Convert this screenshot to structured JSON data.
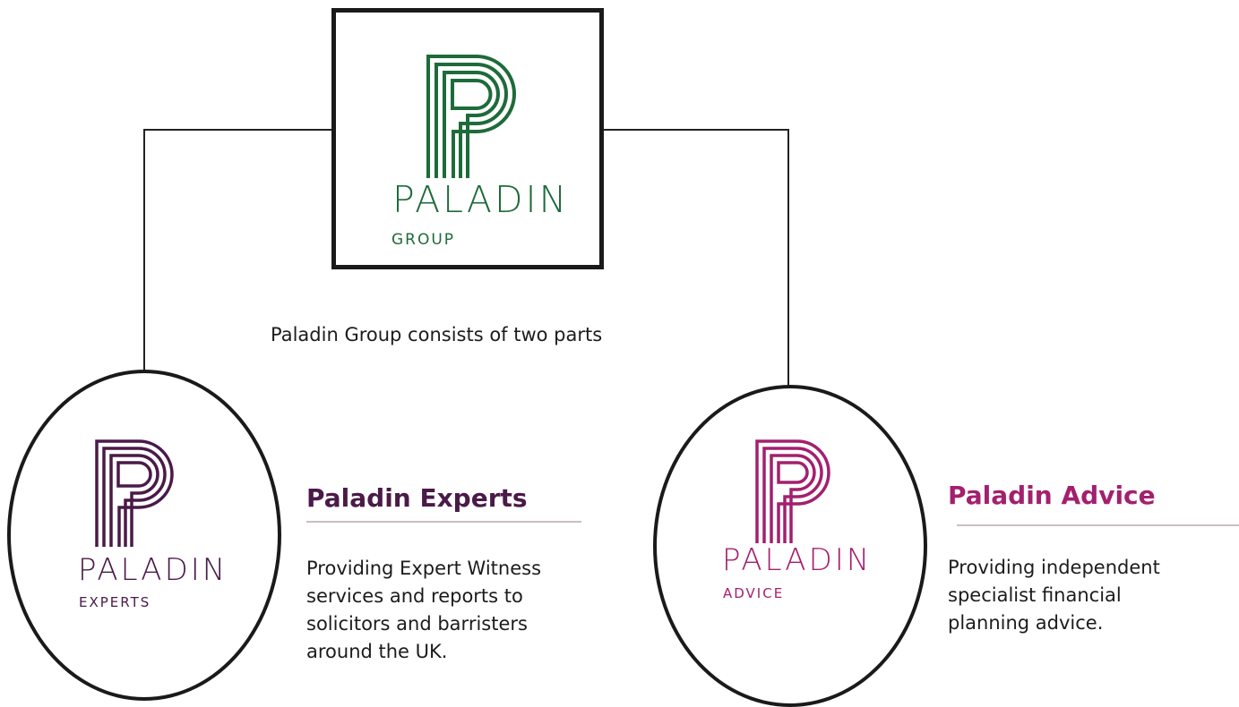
{
  "group": {
    "logo_word": "PALADIN",
    "logo_sub": "GROUP",
    "color": "#1e6b3a"
  },
  "caption": "Paladin Group consists of two parts",
  "experts": {
    "logo_word": "PALADIN",
    "logo_sub": "EXPERTS",
    "color": "#4a1a48",
    "heading": "Paladin Experts",
    "description_lines": [
      "Providing Expert Witness",
      "services and reports to",
      "solicitors and barristers",
      "around the UK."
    ]
  },
  "advice": {
    "logo_word": "PALADIN",
    "logo_sub": "ADVICE",
    "color": "#a3206e",
    "heading": "Paladin Advice",
    "description_lines": [
      "Providing independent",
      "specialist financial",
      "planning advice."
    ]
  }
}
